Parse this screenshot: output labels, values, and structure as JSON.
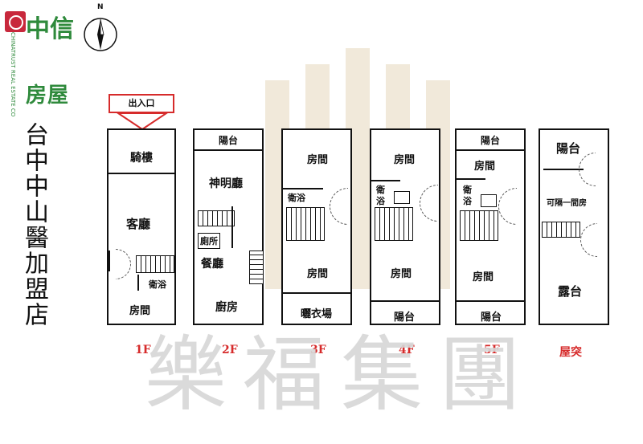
{
  "logo": {
    "brand_chars": "中信",
    "brand_house": "房屋",
    "brand_en": "CHINATRUST REAL ESTATE CO"
  },
  "title": "台中中山醫加盟店",
  "compass_label": "N",
  "entrance_label": "出入口",
  "watermark": "樂福集團",
  "floors": {
    "f1": {
      "label": "1F",
      "rooms": {
        "arcade": "騎樓",
        "living": "客廳",
        "bath": "衛浴",
        "bedroom": "房間"
      }
    },
    "f2": {
      "label": "2F",
      "rooms": {
        "balcony": "陽台",
        "shrine": "神明廳",
        "toilet": "廁所",
        "dining": "餐廳",
        "kitchen": "廚房"
      }
    },
    "f3": {
      "label": "3F",
      "rooms": {
        "bedroom_front": "房間",
        "bath": "衛浴",
        "bedroom_back": "房間",
        "laundry": "曬衣場"
      }
    },
    "f4": {
      "label": "4F",
      "rooms": {
        "bedroom_front": "房間",
        "bath_a": "衛",
        "bath_b": "浴",
        "bedroom_back": "房間",
        "balcony": "陽台"
      }
    },
    "f5": {
      "label": "5F",
      "rooms": {
        "balcony_front": "陽台",
        "bedroom_front": "房間",
        "bath_a": "衛",
        "bath_b": "浴",
        "bedroom_back": "房間",
        "balcony_back": "陽台"
      }
    },
    "roof": {
      "label": "屋突",
      "rooms": {
        "balcony": "陽台",
        "note": "可隔一間房",
        "terrace": "露台"
      }
    }
  },
  "colors": {
    "brand_green": "#2f8a3c",
    "brand_red": "#c8283c",
    "floor_label": "#d62b2b",
    "watermark": "#d7d7d7"
  }
}
